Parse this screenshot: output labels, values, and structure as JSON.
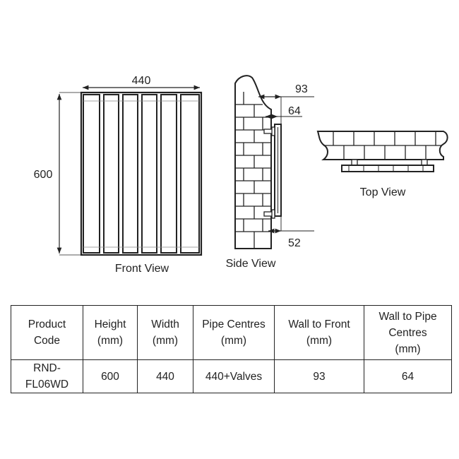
{
  "dimensions": {
    "front_width": "440",
    "front_height": "600",
    "side_wall_to_front": "93",
    "side_wall_to_pipe": "64",
    "side_bottom": "52"
  },
  "labels": {
    "front_view": "Front View",
    "side_view": "Side View",
    "top_view": "Top View"
  },
  "table": {
    "headers": [
      [
        "Product",
        "Code"
      ],
      [
        "Height",
        "(mm)"
      ],
      [
        "Width",
        "(mm)"
      ],
      [
        "Pipe Centres",
        "(mm)"
      ],
      [
        "Wall to Front",
        "(mm)"
      ],
      [
        "Wall to Pipe",
        "Centres",
        "(mm)"
      ]
    ],
    "row": [
      "RND-FL06WD",
      "600",
      "440",
      "440+Valves",
      "93",
      "64"
    ]
  }
}
